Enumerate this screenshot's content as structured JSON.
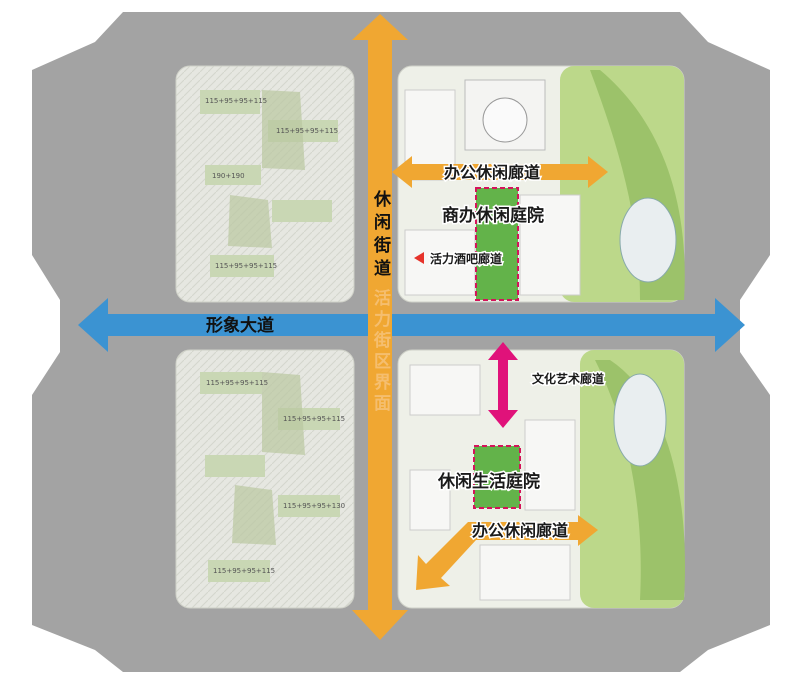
{
  "labels": {
    "office_corridor_top": "办公休闲廊道",
    "business_courtyard": "商办休闲庭院",
    "bar_corridor": "活力酒吧廊道",
    "image_avenue": "形象大道",
    "leisure_street": "休闲街道",
    "street_interface": "活力街区界面",
    "culture_corridor": "文化艺术廊道",
    "life_courtyard": "休闲生活庭院",
    "office_corridor_bottom": "办公休闲廊道"
  },
  "building_tags": {
    "nw": [
      "115+95+95+115",
      "190+190",
      "115+95+95+115",
      "115+95+95+115"
    ],
    "sw": [
      "115+95+95+115",
      "115+95+95+115",
      "115+95+95+130",
      "115+95+95+115"
    ]
  },
  "colors": {
    "road": "#a3a3a3",
    "blue_arrow": "#3b93d2",
    "orange_arrow": "#f0a732",
    "magenta_arrow": "#e0127a",
    "courtyard_green": "#63b34a",
    "courtyard_border": "#d4145a",
    "lawn": "#bcd88a",
    "residential_block": "#e4e6df"
  }
}
